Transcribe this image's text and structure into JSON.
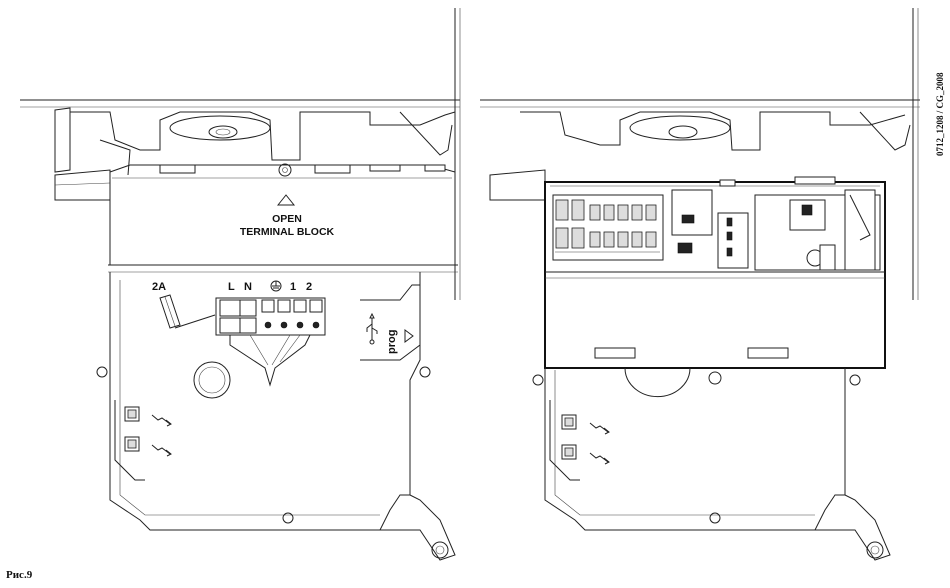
{
  "figure": {
    "caption": "Рис.9",
    "code": "0712_1208 / CG_2008"
  },
  "left_unit": {
    "open_line1": "OPEN",
    "open_line2": "TERMINAL BLOCK",
    "fuse_label": "2A",
    "terminal_labels": [
      "L",
      "N",
      "⏚",
      "1",
      "2"
    ],
    "prog_label": "prog"
  },
  "icons": [
    "ground-symbol",
    "usb-icon",
    "arrow-up-icon",
    "arrow-right-icon",
    "led-icon"
  ]
}
